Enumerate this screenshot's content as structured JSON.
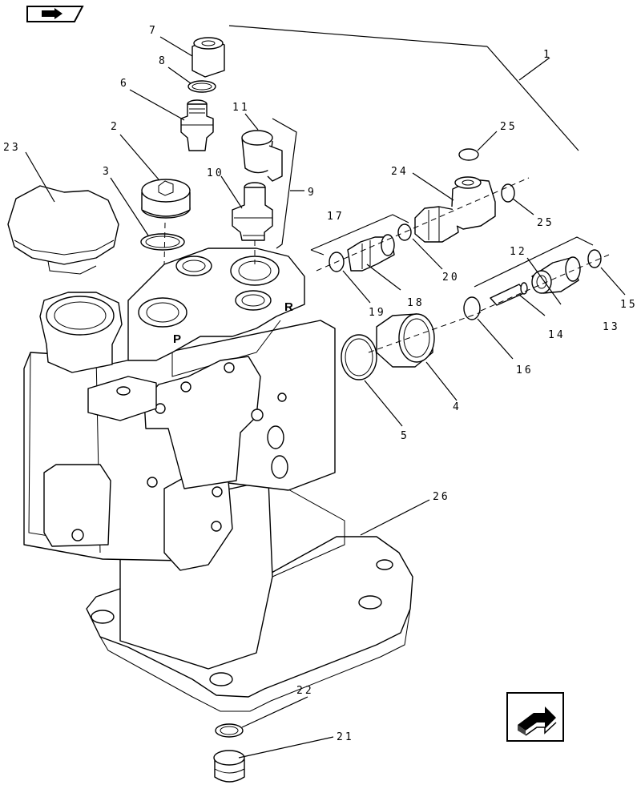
{
  "callouts": {
    "c1": "1",
    "c2": "2",
    "c3": "3",
    "c4": "4",
    "c5": "5",
    "c6": "6",
    "c7": "7",
    "c8": "8",
    "c9": "9",
    "c10": "10",
    "c11": "11",
    "c12": "12",
    "c13": "13",
    "c14": "14",
    "c15": "15",
    "c16": "16",
    "c17": "17",
    "c18": "18",
    "c19": "19",
    "c20": "20",
    "c21": "21",
    "c22": "22",
    "c23": "23",
    "c24": "24",
    "c25a": "25",
    "c25b": "25",
    "c26": "26"
  },
  "port_marks": {
    "p": "P",
    "r": "R"
  },
  "icons": {
    "top_left": "book-arrow-icon",
    "bottom_right": "next-page-arrow-icon"
  }
}
